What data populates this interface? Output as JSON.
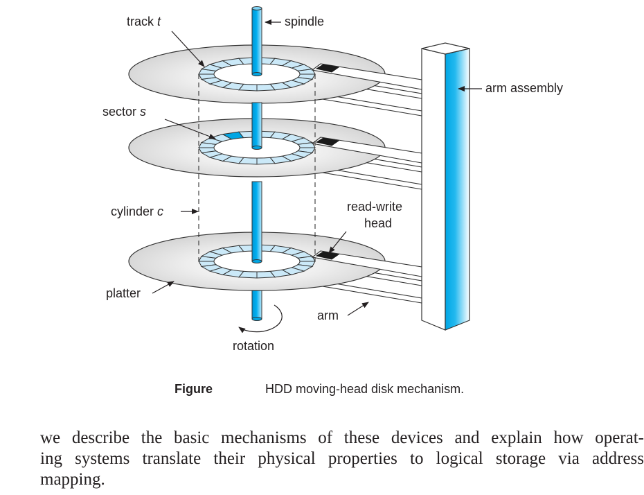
{
  "figure": {
    "labels": {
      "track": {
        "text": "track ",
        "var": "t"
      },
      "spindle": "spindle",
      "arm_assembly": "arm assembly",
      "sector": {
        "text": "sector ",
        "var": "s"
      },
      "cylinder": {
        "text": "cylinder ",
        "var": "c"
      },
      "read_write_head": [
        "read-write",
        "head"
      ],
      "platter": "platter",
      "arm": "arm",
      "rotation": "rotation"
    },
    "colors": {
      "spindle_blue": "#00a6e4",
      "track_fill": "#cbe9f8",
      "sector_highlight": "#00a6e4",
      "platter_gray": "#d9d9d9",
      "head_black": "#1a1a1a",
      "outline": "#333333"
    },
    "platter_count": 3,
    "sectors_per_track": 20
  },
  "caption": {
    "label": "Figure",
    "text": "HDD moving-head disk mechanism."
  },
  "body": {
    "lines": [
      "we describe the basic mechanisms of these devices and explain how operat-",
      "ing systems translate their physical properties to logical storage via address",
      "mapping."
    ]
  }
}
